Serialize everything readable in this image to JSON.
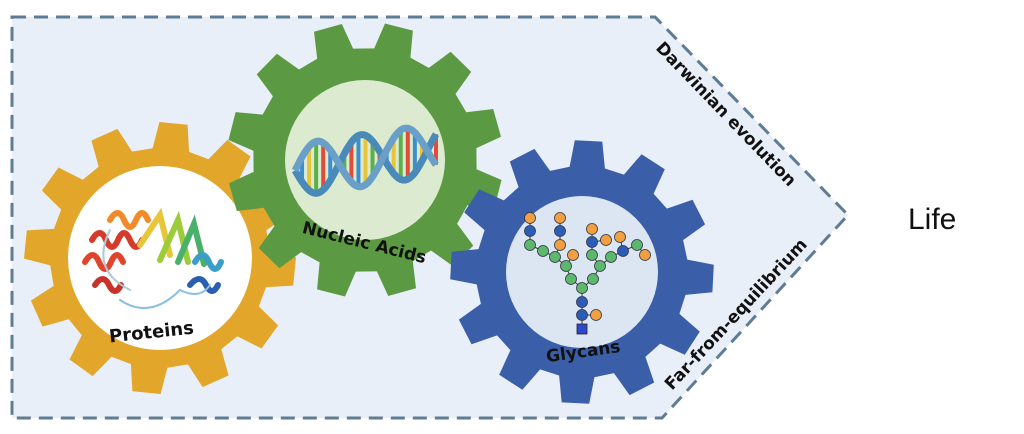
{
  "title_right": "Life",
  "edge_labels": {
    "top": "Darwinian evolution",
    "bottom": "Far-from-equilibrium"
  },
  "gears": [
    {
      "label": "Proteins",
      "color": "#e2a62a",
      "inner": "#ffffff"
    },
    {
      "label": "Nucleic Acids",
      "color": "#5b9a43",
      "inner": "#dcebd0"
    },
    {
      "label": "Glycans",
      "color": "#3a5ea8",
      "inner": "#dce6f3"
    }
  ],
  "colors": {
    "frame_fill": "#e9eff8",
    "frame_stroke": "#5f7c95"
  }
}
